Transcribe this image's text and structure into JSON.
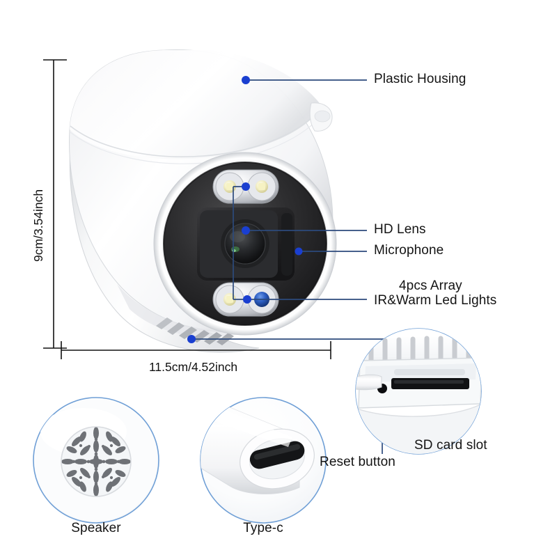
{
  "diagram": {
    "title": "Dome security camera product dimension and feature callout diagram",
    "accent_color": "#1a3fd0",
    "leader_color": "#2c4a7c",
    "inset_ring_color": "#6f9fd6",
    "dimension_line_color": "#000000"
  },
  "dimensions": {
    "height_label": "9cm/3.54inch",
    "width_label": "11.5cm/4.52inch"
  },
  "callouts": [
    {
      "id": "plastic-housing",
      "label": "Plastic Housing"
    },
    {
      "id": "hd-lens",
      "label": "HD Lens"
    },
    {
      "id": "microphone",
      "label": "Microphone"
    },
    {
      "id": "ir-led-line1",
      "label": "4pcs Array"
    },
    {
      "id": "ir-led-line2",
      "label": "IR&Warm Led Lights"
    },
    {
      "id": "sd-card-slot",
      "label": "SD card slot"
    },
    {
      "id": "reset-button",
      "label": "Reset button"
    }
  ],
  "insets": [
    {
      "id": "speaker",
      "label": "Speaker"
    },
    {
      "id": "type-c",
      "label": "Type-c"
    },
    {
      "id": "sd-slot-detail",
      "label": ""
    }
  ]
}
